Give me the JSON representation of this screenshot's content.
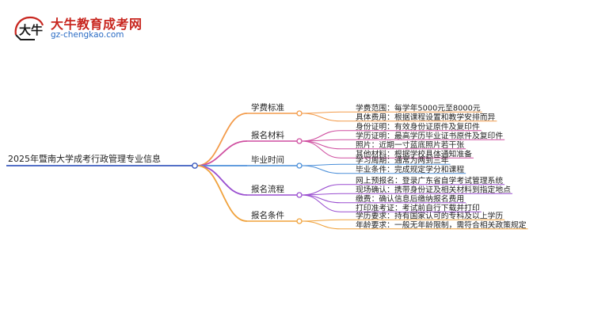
{
  "logo": {
    "mark": "大牛",
    "title": "大牛教育成考网",
    "url": "gz-chengkao.com",
    "colors": {
      "title": "#c8261f",
      "url": "#2a6bc4",
      "mark": "#c8261f"
    }
  },
  "root": {
    "label": "2025年暨南大学成考行政管理专业信息",
    "color": "#3b5bbf"
  },
  "branches": [
    {
      "label": "学费标准",
      "color": "#f39b4a",
      "leaves": [
        "学费范围：每学年5000元至8000元",
        "具体费用：根据课程设置和教学安排而异"
      ]
    },
    {
      "label": "报名材料",
      "color": "#cf4fa0",
      "leaves": [
        "身份证明：有效身份证原件及复印件",
        "学历证明：最高学历毕业证书原件及复印件",
        "照片：近期一寸蓝底照片若干张",
        "其他材料：根据学校具体通知准备"
      ]
    },
    {
      "label": "毕业时间",
      "color": "#4b8fd9",
      "leaves": [
        "学习周期：通常为两到三年",
        "毕业条件：完成规定学分和课程"
      ]
    },
    {
      "label": "报名流程",
      "color": "#9a4fd0",
      "leaves": [
        "网上预报名：登录广东省自学考试管理系统",
        "现场确认：携带身份证及相关材料到指定地点",
        "缴费：确认信息后缴纳报名费用",
        "打印准考证：考试前自行下载并打印"
      ]
    },
    {
      "label": "报名条件",
      "color": "#f0a23c",
      "leaves": [
        "学历要求：持有国家认可的专科及以上学历",
        "年龄要求：一般无年龄限制，需符合相关政策规定"
      ]
    }
  ]
}
